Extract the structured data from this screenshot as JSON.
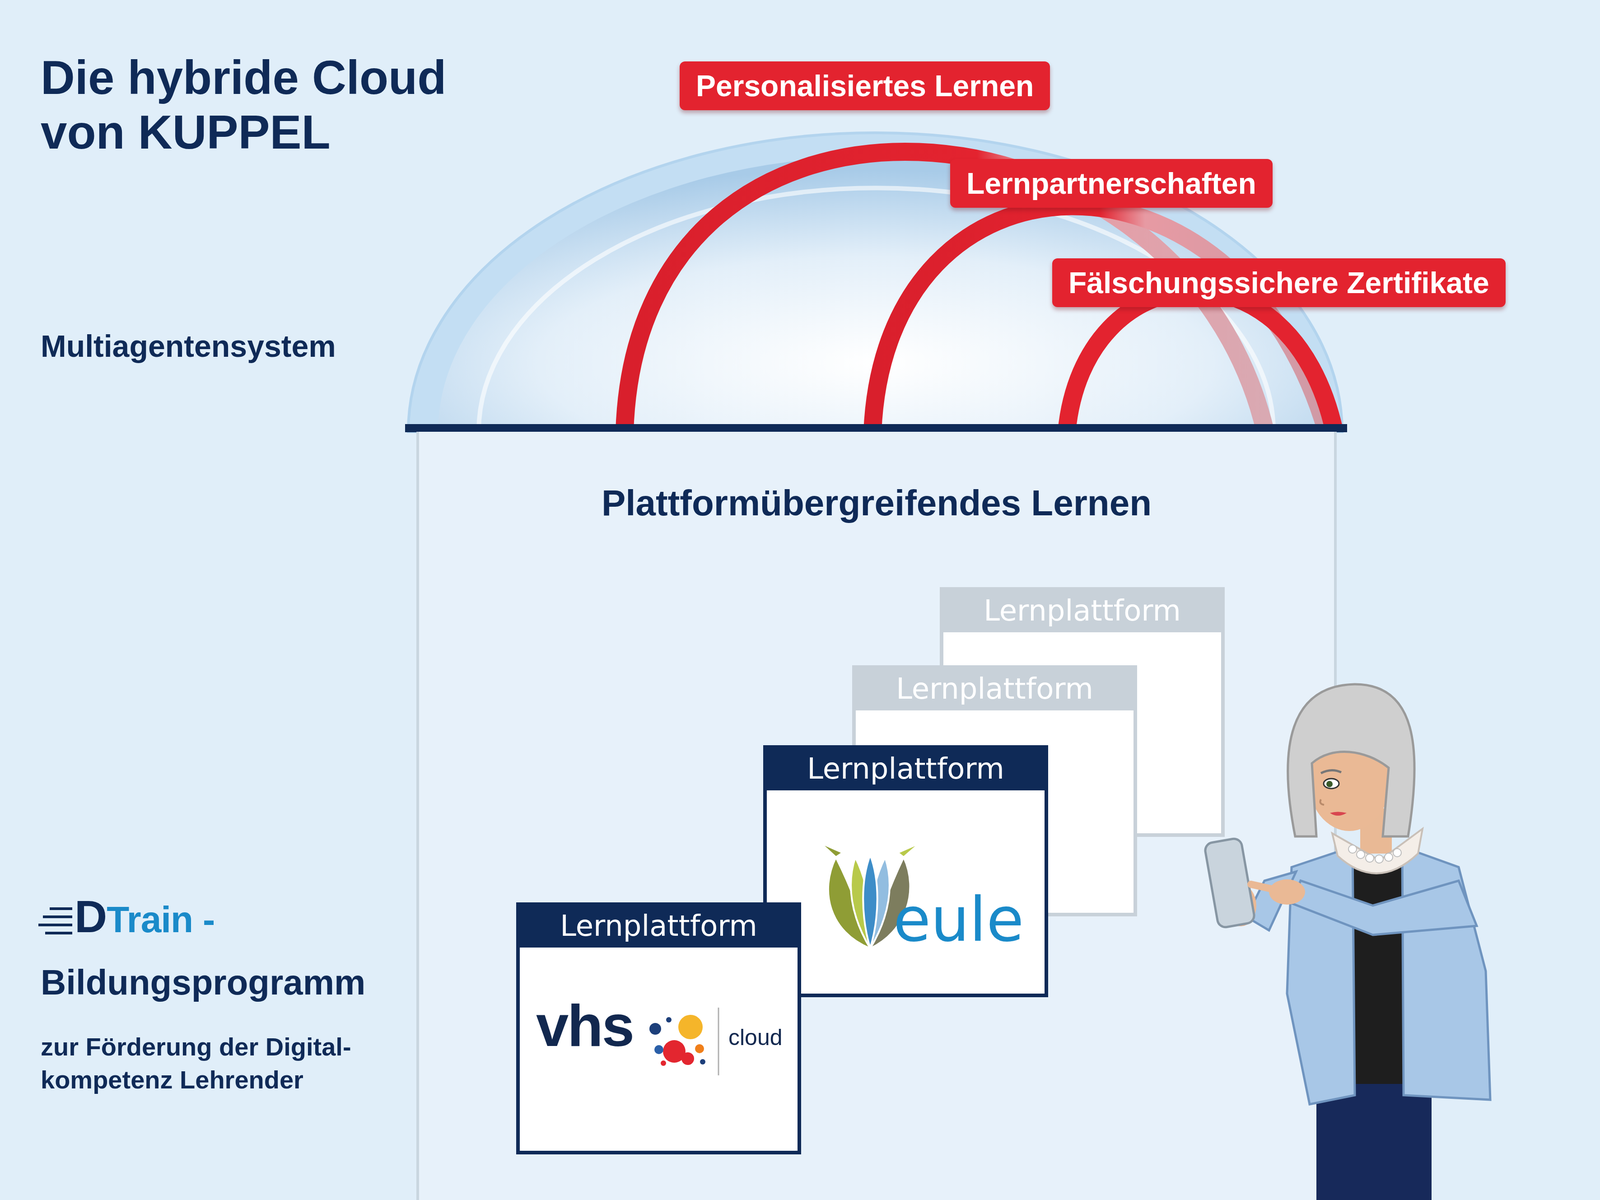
{
  "diagram": {
    "title": "Die hybride Cloud von KUPPEL",
    "nodes": [
      {
        "text": [
          "Personalisiertes Lernen"
        ]
      },
      {
        "text": [
          "Lernpartnerschaften"
        ]
      },
      {
        "text": [
          "Fälschungssichere Zertifikate"
        ]
      },
      {
        "text": [
          "Plattformübergreifendes Lernen"
        ]
      },
      {
        "text": [
          "Lernplattform"
        ],
        "in": 3
      },
      {
        "text": [
          "Lernplattform"
        ],
        "in": 3
      },
      {
        "text": [
          "Lernplattform",
          "eule"
        ],
        "in": 3
      },
      {
        "text": [
          "Lernplattform",
          "vhs",
          "cloud"
        ],
        "in": 3
      }
    ],
    "labels": [
      "Multiagentensystem",
      "DTrain -",
      "Bildungsprogramm",
      "zur Förderung der Digital- kompetenz Lehrender"
    ]
  }
}
